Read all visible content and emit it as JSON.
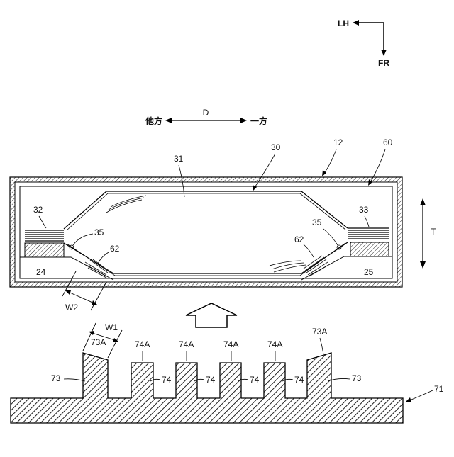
{
  "compass": {
    "left_label": "LH",
    "down_label": "FR"
  },
  "direction": {
    "label": "D",
    "left_text": "他方",
    "right_text": "一方"
  },
  "thickness_label": "T",
  "labels": {
    "l12": "12",
    "l30": "30",
    "l31": "31",
    "l60": "60",
    "l32": "32",
    "l33": "33",
    "l35a": "35",
    "l35b": "35",
    "l62a": "62",
    "l62b": "62",
    "l24": "24",
    "l25": "25",
    "w2": "W2",
    "w1": "W1",
    "l73a_left": "73A",
    "l73a_right": "73A",
    "l73_left": "73",
    "l73_right": "73",
    "l74a_1": "74A",
    "l74a_2": "74A",
    "l74a_3": "74A",
    "l74a_4": "74A",
    "l74_1": "74",
    "l74_2": "74",
    "l74_3": "74",
    "l74_4": "74",
    "l71": "71"
  }
}
